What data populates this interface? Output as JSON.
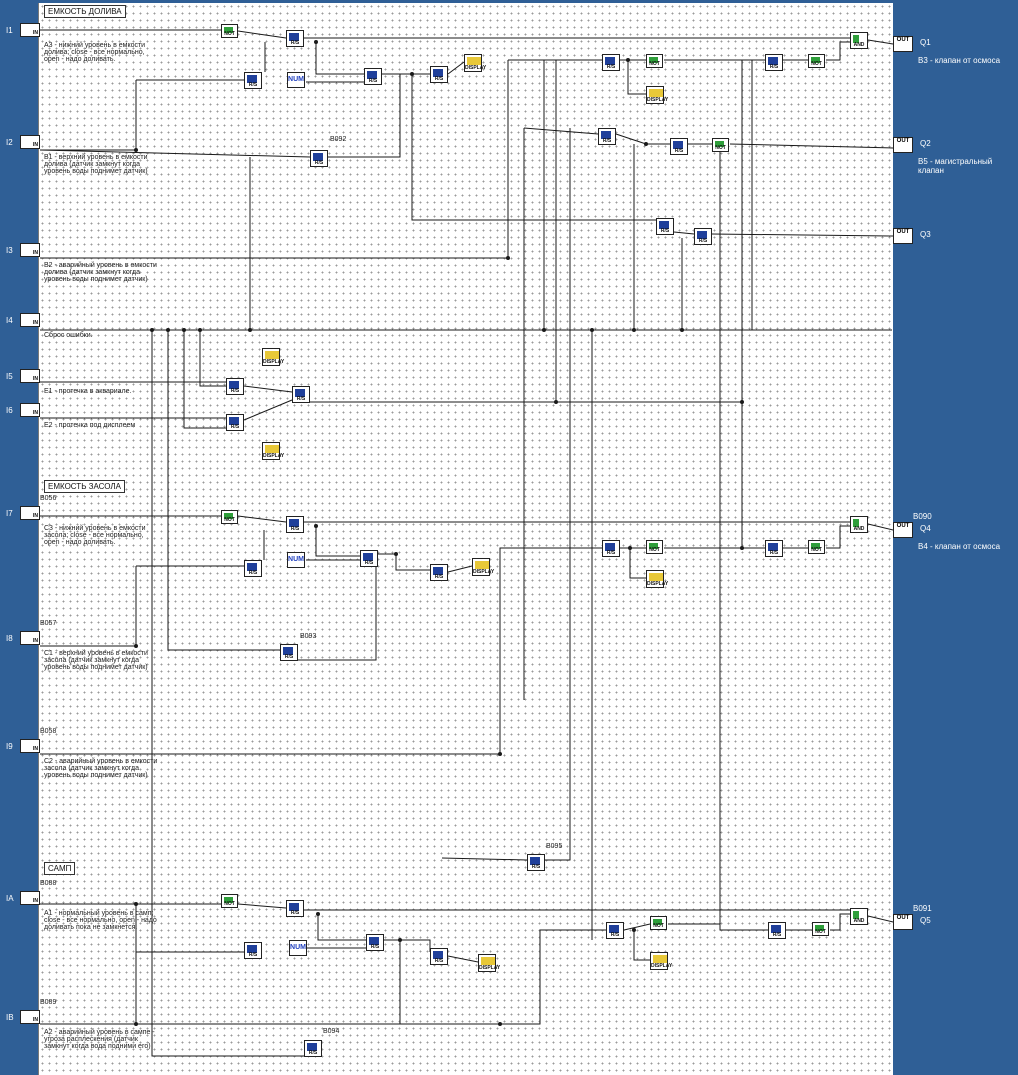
{
  "sections": [
    {
      "title": "ЕМКОСТЬ ДОЛИВА"
    },
    {
      "title": "ЕМКОСТЬ ЗАСОЛА"
    },
    {
      "title": "САМП"
    }
  ],
  "inputs": [
    {
      "pin": "I1",
      "comment": "А3 - нижний уровень в емкости\nдолива; close - все нормально,\nopen - надо доливать."
    },
    {
      "pin": "I2",
      "comment": "В1 - верхний уровень в емкости\nдолива (датчик замкнут когда\nуровень воды поднимет датчик)"
    },
    {
      "pin": "I3",
      "comment": "В2 - аварийный уровень в емкости\nдолива (датчик замкнут когда\nуровень воды поднимет датчик)"
    },
    {
      "pin": "I4",
      "comment": "Сброс ошибки."
    },
    {
      "pin": "I5",
      "comment": "Е1 - протечка в аквариале."
    },
    {
      "pin": "I6",
      "comment": "Е2 - протечка под дисплеем"
    },
    {
      "pin": "I7",
      "tag": "B056",
      "comment": "С3 - нижний уровень в емкости\nзасола; close - все нормально,\nopen - надо доливать."
    },
    {
      "pin": "I8",
      "tag": "B057",
      "comment": "С1 - верхний уровень в емкости\nзасола (датчик замкнут когда\nуровень воды поднимет датчик)"
    },
    {
      "pin": "I9",
      "tag": "B058",
      "comment": "С2 - аварийный уровень в емкости\nзасола (датчик замкнут когда\nуровень воды поднимет датчик)"
    },
    {
      "pin": "IA",
      "tag": "B088",
      "comment": "А1 - нормальный уровень в самп;\nclose - все нормально, open - надо\nдоливать пока не замкнется."
    },
    {
      "pin": "IB",
      "tag": "B089",
      "comment": "А2 - аварийный уровень в сампе -\nугроза расплескения (датчик\nзамкнут когда вода подними его)"
    }
  ],
  "outputs": [
    {
      "pin": "Q1",
      "comment": "В3 - клапан от осмоса"
    },
    {
      "pin": "Q2",
      "comment": "В5 - магистральный клапан"
    },
    {
      "pin": "Q3",
      "comment": ""
    },
    {
      "pin": "Q4",
      "tag": "B090",
      "comment": "В4 - клапан от осмоса"
    },
    {
      "pin": "Q5",
      "tag": "B091",
      "comment": ""
    }
  ],
  "block_tags": {
    "b092": "B092",
    "b093": "B093",
    "b094": "B094",
    "b095": "B095"
  },
  "block_labels": {
    "not": "NOT",
    "rs": "R/S",
    "and": "AND",
    "num": "NUM",
    "display": "DISPLAY",
    "inp": "IN",
    "out": "OUT"
  },
  "colors": {
    "background": "#2f5f96",
    "canvas": "#ffffff",
    "wire": "#1a1a1a",
    "not_gate": "#2e9e3a",
    "rs_flipflop": "#1f3f9a",
    "display": "#e8c838",
    "num_text": "#1f3fbf"
  }
}
